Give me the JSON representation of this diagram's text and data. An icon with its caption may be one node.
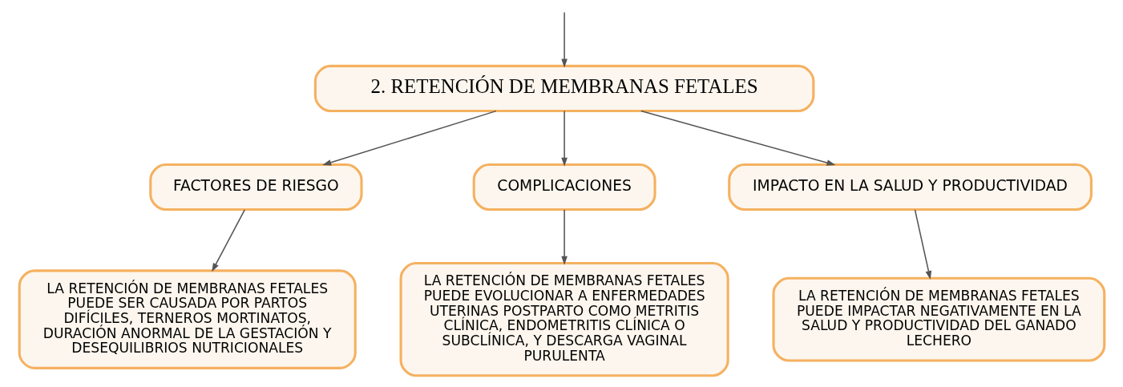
{
  "diagram": {
    "nodes": [
      {
        "text": [
          "2. RETENCIÓN DE MEMBRANAS FETALES"
        ]
      },
      {
        "text": [
          "FACTORES DE RIESGO"
        ]
      },
      {
        "text": [
          "COMPLICACIONES"
        ]
      },
      {
        "text": [
          "IMPACTO EN LA SALUD Y PRODUCTIVIDAD"
        ]
      },
      {
        "text": [
          "LA RETENCIÓN DE MEMBRANAS FETALES PUEDE SER CAUSADA POR PARTOS DIFÍCILES, TERNEROS MORTINATOS, DURACIÓN ANORMAL DE LA GESTACIÓN Y DESEQUILIBRIOS NUTRICIONALES"
        ]
      },
      {
        "text": [
          "LA RETENCIÓN DE MEMBRANAS FETALES PUEDE EVOLUCIONAR A ENFERMEDADES UTERINAS POSTPARTO COMO METRITIS CLÍNICA, ENDOMETRITIS CLÍNICA O SUBCLÍNICA, Y DESCARGA VAGINAL PURULENTA"
        ]
      },
      {
        "text": [
          "LA RETENCIÓN DE MEMBRANAS FETALES PUEDE IMPACTAR NEGATIVAMENTE EN LA SALUD Y PRODUCTIVIDAD DEL GANADO LECHERO"
        ]
      }
    ],
    "edges": [
      {
        "from": null,
        "to": 0,
        "arrow": "to"
      },
      {
        "from": 0,
        "to": 1,
        "arrow": "to"
      },
      {
        "from": 0,
        "to": 2,
        "arrow": "to"
      },
      {
        "from": 0,
        "to": 3,
        "arrow": "to"
      },
      {
        "from": 1,
        "to": 4,
        "arrow": "to"
      },
      {
        "from": 2,
        "to": 5,
        "arrow": "to"
      },
      {
        "from": 3,
        "to": 6,
        "arrow": "to"
      }
    ]
  }
}
